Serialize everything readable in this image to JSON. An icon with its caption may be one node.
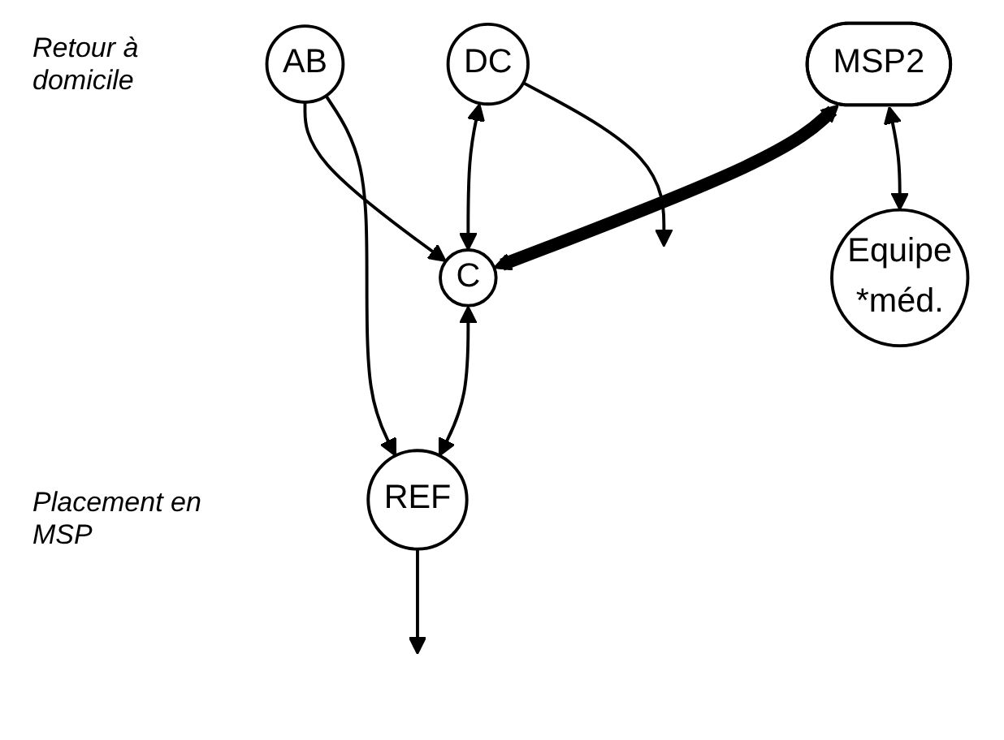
{
  "diagram": {
    "nodes": [
      {
        "text": [
          "AB"
        ]
      },
      {
        "text": [
          "C"
        ]
      },
      {
        "text": [
          "DC"
        ]
      },
      {
        "text": [
          "REF"
        ]
      },
      {
        "text": [
          "MSP2"
        ]
      },
      {
        "text": [
          "Equipe",
          "*méd."
        ]
      }
    ],
    "edges": [
      {
        "from": 0,
        "to": 1,
        "arrow": "to"
      },
      {
        "from": 0,
        "to": 3,
        "arrow": "to"
      },
      {
        "from": 2,
        "to": 1,
        "arrow": "both"
      },
      {
        "from": 4,
        "to": 1,
        "arrow": "both",
        "style": "thick"
      },
      {
        "from": 1,
        "to": 3,
        "arrow": "both"
      },
      {
        "from": 2,
        "to": null,
        "arrow": "to"
      },
      {
        "from": 3,
        "to": null,
        "arrow": "to"
      },
      {
        "from": 4,
        "to": 5,
        "arrow": "both"
      }
    ],
    "labels": [
      "Retour à domicile",
      "Placement en MSP"
    ]
  }
}
